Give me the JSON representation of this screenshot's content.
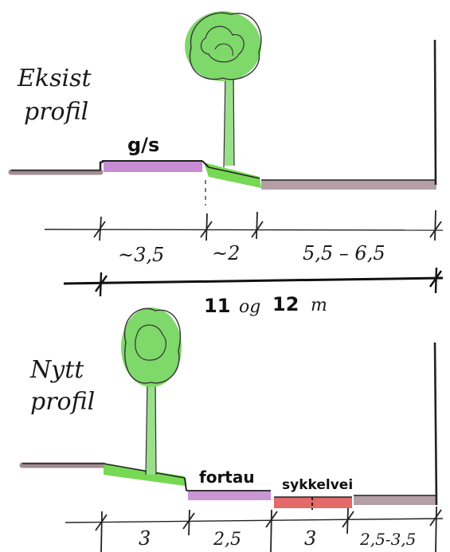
{
  "colors": {
    "ink": "#1a1a1a",
    "ground": "#8a7076",
    "gs_path": "#c27fcf",
    "grass": "#6fd64a",
    "tree_fill": "#7fd86a",
    "trunk": "#9ae08a",
    "road": "#9b7f88",
    "fortau": "#c48ad0",
    "sykkelvei": "#e05a58"
  },
  "existing": {
    "label_line1": "Eksist",
    "label_line2": "profil",
    "gs_label": "g/s",
    "dims": [
      "~3,5",
      "~2",
      "5,5 – 6,5"
    ],
    "total": {
      "a": "11",
      "b": "og",
      "c": "12",
      "unit": "m"
    }
  },
  "new": {
    "label_line1": "Nytt",
    "label_line2": "profil",
    "fortau_label": "fortau",
    "sykkelvei_label": "sykkelvei",
    "dims": [
      "3",
      "2,5",
      "3",
      "2,5-3,5"
    ]
  },
  "icons": {
    "tree_existing": "tree-icon",
    "tree_new": "tree-icon"
  }
}
